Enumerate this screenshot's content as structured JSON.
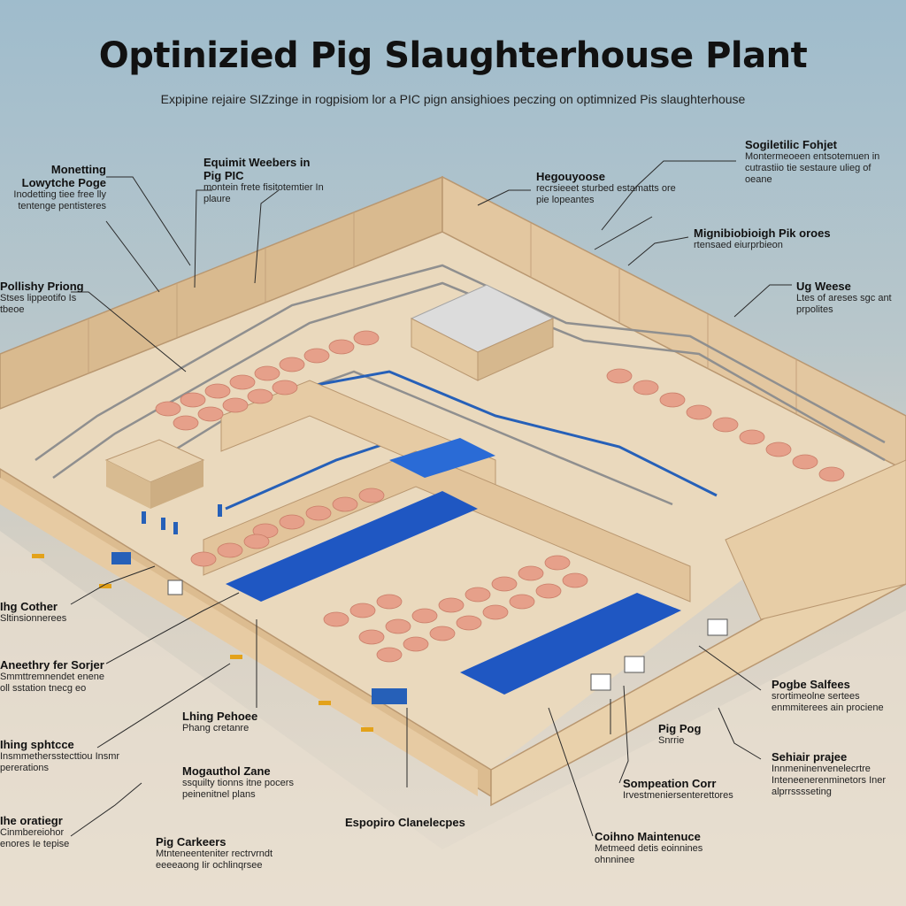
{
  "title": "Optinizied Pig Slaughterhouse  Plant",
  "subtitle": "Expipine rejaire SIZzinge in rogpisiom lor a PIC pign ansighioes peczing on optimnized Pis slaughterhouse",
  "callouts": [
    {
      "heading": "Monetting Lowytche Poge",
      "desc": "Inodetting tiee free lly tentenge pentisteres"
    },
    {
      "heading": "Equimit Weebers in Pig PIC",
      "desc": "montein frete fisitotemtier In plaure"
    },
    {
      "heading": "Hegouyoose",
      "desc": "recrsieeet sturbed estamatts ore pie lopeantes"
    },
    {
      "heading": "Sogiletilic Fohjet",
      "desc": "Montermeoeen entsotemuen in cutrastiio tie sestaure ulieg of oeane"
    },
    {
      "heading": "Mignibiobioigh Pik oroes",
      "desc": "rtensaed eiurprbieon"
    },
    {
      "heading": "Ug Weese",
      "desc": "Ltes of areses sgc ant prpolites"
    },
    {
      "heading": "Pollishy Priong",
      "desc": "Stses lippeotifo Is tbeoe"
    },
    {
      "heading": "Ihg Cother",
      "desc": "Sltinsionnerees"
    },
    {
      "heading": "Aneethry fer Sorjer",
      "desc": "Smmttremnendet enene oll sstation tnecg eo"
    },
    {
      "heading": "Lhing Pehoee",
      "desc": "Phang cretanre"
    },
    {
      "heading": "Ihing sphtcce",
      "desc": "Insmmethersstecttiou Insmr pererations"
    },
    {
      "heading": "Mogauthol Zane",
      "desc": "ssquilty tionns itne pocers peinenitnel plans"
    },
    {
      "heading": "Ihe oratiegr",
      "desc": "Cinmbereiohor enores Ie tepise"
    },
    {
      "heading": "Pig Carkeers",
      "desc": "Mtnteneenteniter rectrvrndt eeeeaong Iir ochlinqrsee"
    },
    {
      "heading": "Espopiro Clanelecpes",
      "desc": ""
    },
    {
      "heading": "Coihno Maintenuce",
      "desc": "Metmeed detis eoinnines ohnninee"
    },
    {
      "heading": "Sompeation Corr",
      "desc": "Irvestmeniersenterettores"
    },
    {
      "heading": "Pig Pog",
      "desc": "Snrrie"
    },
    {
      "heading": "Sehiair prajee",
      "desc": "Innmeninenvenelecrtre Inteneenerenminetors Iner alprrsssseting"
    },
    {
      "heading": "Pogbe Salfees",
      "desc": "srortimeolne sertees enmmiterees ain prociene"
    }
  ],
  "colors": {
    "wall": "#e8cfa8",
    "wall_shadow": "#cfae82",
    "floor": "#ead9bd",
    "water": "#1f57c2",
    "pipe_blue": "#2660b8",
    "pig": "#e6a08a"
  }
}
